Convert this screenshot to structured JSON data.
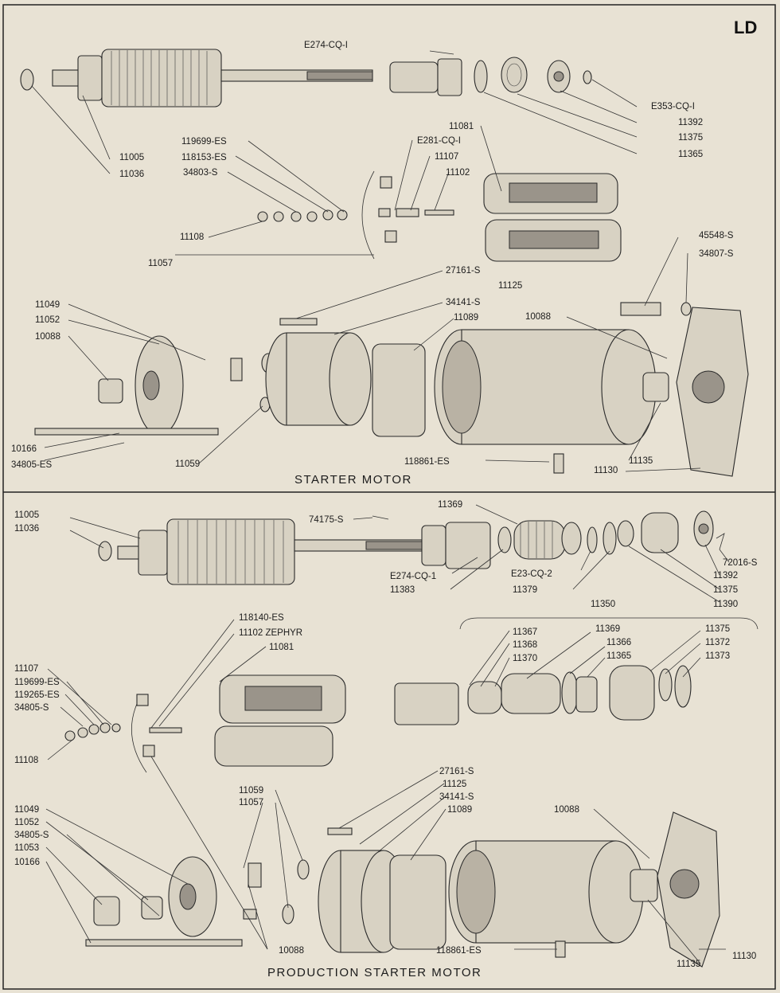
{
  "corner_code": "LD",
  "top_caption": "STARTER MOTOR",
  "bottom_caption": "PRODUCTION STARTER MOTOR",
  "group_label": "11350",
  "top_labels": [
    "E274-CQ-I",
    "E353-CQ-I",
    "11392",
    "11375",
    "11365",
    "11081",
    "E281-CQ-I",
    "11107",
    "11102",
    "119699-ES",
    "118153-ES",
    "34803-S",
    "11005",
    "11036",
    "11108",
    "11057",
    "27161-S",
    "11125",
    "34141-S",
    "11089",
    "10088",
    "11049",
    "11052",
    "10088",
    "45548-S",
    "34807-S",
    "10166",
    "34805-ES",
    "11059",
    "118861-ES",
    "11135",
    "11130"
  ],
  "bottom_labels": [
    "11369",
    "11005",
    "11036",
    "74175-S",
    "72016-S",
    "11392",
    "11375",
    "11390",
    "E274-CQ-1",
    "11383",
    "E23-CQ-2",
    "11379",
    "118140-ES",
    "11102 ZEPHYR",
    "11081",
    "11107",
    "119699-ES",
    "119265-ES",
    "34805-S",
    "11108",
    "11367",
    "11368",
    "11370",
    "11369",
    "11366",
    "11365",
    "11375",
    "11372",
    "11373",
    "27161-S",
    "11125",
    "34141-S",
    "11089",
    "11059",
    "11057",
    "10088",
    "11049",
    "11052",
    "34805-S",
    "11053",
    "10166",
    "10088",
    "118861-ES",
    "11130",
    "11135"
  ]
}
